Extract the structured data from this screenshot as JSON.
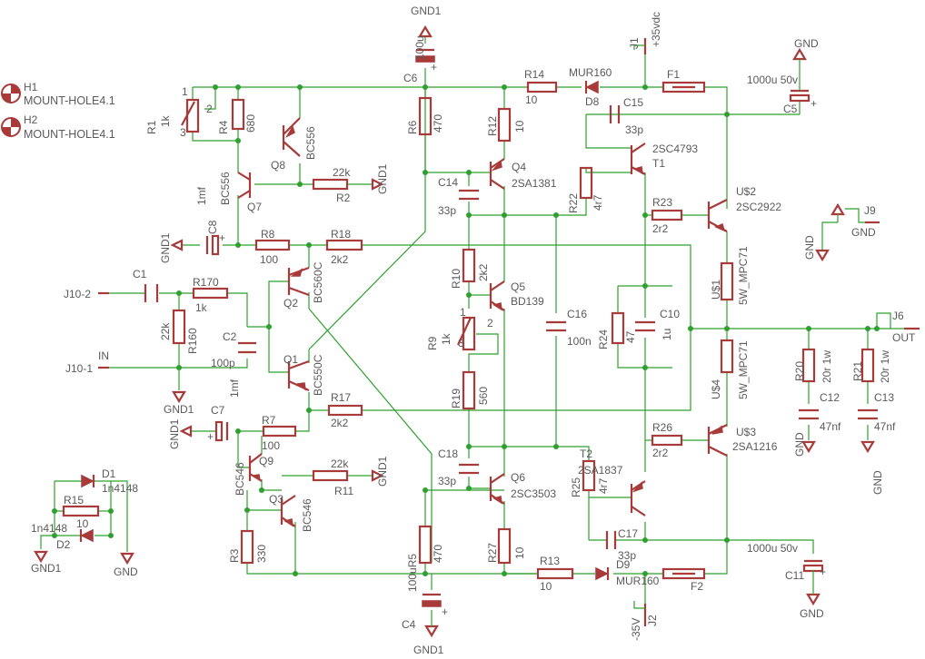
{
  "mount_holes": [
    {
      "ref": "H1",
      "value": "MOUNT-HOLE4.1"
    },
    {
      "ref": "H2",
      "value": "MOUNT-HOLE4.1"
    }
  ],
  "power": {
    "gnd1": "GND1",
    "gnd": "GND",
    "pos_supply": "+35vdc",
    "neg_supply": "-35V",
    "j1": "J1",
    "j2": "J2"
  },
  "connectors": {
    "j10_2": "J10-2",
    "j10_1": "J10-1",
    "in": "IN",
    "j6": "J6",
    "out": "OUT",
    "j9": "J9"
  },
  "resistors": {
    "r1": {
      "ref": "R1",
      "value": "1k"
    },
    "r2": {
      "ref": "R2",
      "value": "22k"
    },
    "r3": {
      "ref": "R3",
      "value": "330"
    },
    "r4": {
      "ref": "R4",
      "value": "680"
    },
    "r6": {
      "ref": "R6",
      "value": "470"
    },
    "r7": {
      "ref": "R7",
      "value": "100"
    },
    "r8": {
      "ref": "R8",
      "value": "100"
    },
    "r9": {
      "ref": "R9",
      "value": "1k"
    },
    "r10": {
      "ref": "R10",
      "value": "2k2"
    },
    "r11": {
      "ref": "R11",
      "value": "22k"
    },
    "r12": {
      "ref": "R12",
      "value": "10"
    },
    "r13": {
      "ref": "R13",
      "value": "10"
    },
    "r14": {
      "ref": "R14",
      "value": "10"
    },
    "r15": {
      "ref": "R15",
      "value": "10"
    },
    "r160": {
      "ref": "R160",
      "value": "22k"
    },
    "r170": {
      "ref": "R170",
      "value": "1k"
    },
    "r17": {
      "ref": "R17",
      "value": "2k2"
    },
    "r18": {
      "ref": "R18",
      "value": "2k2"
    },
    "r19": {
      "ref": "R19",
      "value": "560"
    },
    "r20": {
      "ref": "R20",
      "value": "20r 1w"
    },
    "r21": {
      "ref": "R21",
      "value": "20r 1w"
    },
    "r22": {
      "ref": "R22",
      "value": "4r7"
    },
    "r23": {
      "ref": "R23",
      "value": "2r2"
    },
    "r24": {
      "ref": "R24",
      "value": "47"
    },
    "r25": {
      "ref": "R25",
      "value": "4r7"
    },
    "r26": {
      "ref": "R26",
      "value": "2r2"
    },
    "r27": {
      "ref": "R27",
      "value": "10"
    },
    "r5": {
      "ref": "",
      "value": "100uR5"
    },
    "u1": {
      "ref": "U$1",
      "value": "5W_MPC71"
    },
    "u4": {
      "ref": "U$4",
      "value": "5W_MPC71"
    }
  },
  "capacitors": {
    "c1": {
      "ref": "C1",
      "value": ""
    },
    "c2": {
      "ref": "C2",
      "value": "100p"
    },
    "c4": {
      "ref": "C4",
      "value": ""
    },
    "c5": {
      "ref": "C5",
      "value": "1000u 50v"
    },
    "c6": {
      "ref": "C6",
      "value": "100u"
    },
    "c7": {
      "ref": "C7",
      "value": "1mf"
    },
    "c8": {
      "ref": "C8",
      "value": "1mf"
    },
    "c10": {
      "ref": "C10",
      "value": "1u"
    },
    "c11": {
      "ref": "C11",
      "value": "1000u 50v"
    },
    "c12": {
      "ref": "C12",
      "value": "47nf"
    },
    "c13": {
      "ref": "C13",
      "value": "47nf"
    },
    "c14": {
      "ref": "C14",
      "value": "33p"
    },
    "c15": {
      "ref": "C15",
      "value": "33p"
    },
    "c16": {
      "ref": "C16",
      "value": "100n"
    },
    "c17": {
      "ref": "C17",
      "value": "33p"
    },
    "c18": {
      "ref": "C18",
      "value": "33p"
    }
  },
  "diodes": {
    "d1": {
      "ref": "D1",
      "value": "1n4148"
    },
    "d2": {
      "ref": "D2",
      "value": "1n4148"
    },
    "d8": {
      "ref": "D8",
      "value": "MUR160"
    },
    "d9": {
      "ref": "D9",
      "value": "MUR160"
    }
  },
  "fuses": {
    "f1": "F1",
    "f2": "F2"
  },
  "transistors": {
    "q1": {
      "ref": "Q1",
      "value": "BC550C"
    },
    "q2": {
      "ref": "Q2",
      "value": "BC560C"
    },
    "q3": {
      "ref": "Q3",
      "value": "BC546"
    },
    "q4": {
      "ref": "Q4",
      "value": "2SA1381"
    },
    "q5": {
      "ref": "Q5",
      "value": "BD139"
    },
    "q6": {
      "ref": "Q6",
      "value": "2SC3503"
    },
    "q7": {
      "ref": "Q7",
      "value": "BC556"
    },
    "q8": {
      "ref": "Q8",
      "value": "BC556"
    },
    "q9": {
      "ref": "Q9",
      "value": "BC546"
    },
    "t1": {
      "ref": "T1",
      "value": "2SC4793"
    },
    "t2": {
      "ref": "T2",
      "value": "2SA1837"
    },
    "u2": {
      "ref": "U$2",
      "value": "2SC2922"
    },
    "u3": {
      "ref": "U$3",
      "value": "2SA1216"
    }
  },
  "pot_pins": {
    "p1": "1",
    "p2": "2",
    "p3": "3"
  },
  "colors": {
    "wire": "#2fa02f",
    "component": "#a83a3a",
    "text": "#5a5a5a"
  }
}
